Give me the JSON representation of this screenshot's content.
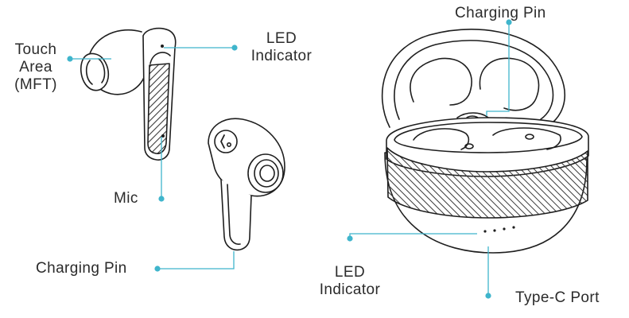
{
  "colors": {
    "leader": "#3fb5cc",
    "outline": "#1e1e1e",
    "text": "#2b2b2b"
  },
  "labels": {
    "touch_area": [
      "Touch",
      "Area",
      "(MFT)"
    ],
    "led_indicator_bud": [
      "LED",
      "Indicator"
    ],
    "mic": "Mic",
    "charging_pin_bud": "Charging Pin",
    "charging_pin_case": "Charging Pin",
    "led_indicator_case": [
      "LED",
      "Indicator"
    ],
    "type_c_port": "Type-C Port"
  }
}
